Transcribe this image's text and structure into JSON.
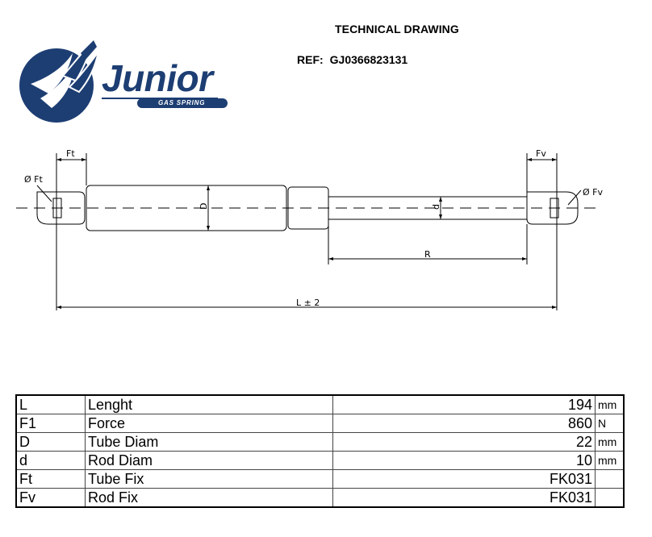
{
  "header": {
    "title": "TECHNICAL DRAWING",
    "ref_label": "REF:",
    "ref_value": "GJ0366823131"
  },
  "logo": {
    "brand": "Junior",
    "tagline": "GAS SPRING",
    "color": "#1d3e73"
  },
  "drawing": {
    "labels": {
      "ft_top": "Ft",
      "fv_top": "Fv",
      "diam_ft": "Ø Ft",
      "diam_fv": "Ø Fv",
      "tube_diam": "D",
      "rod_diam": "d",
      "rod_length": "R",
      "total_length": "L ± 2"
    }
  },
  "specs": [
    {
      "symbol": "L",
      "name": "Lenght",
      "value": "194",
      "unit": "mm"
    },
    {
      "symbol": "F1",
      "name": "Force",
      "value": "860",
      "unit": "N"
    },
    {
      "symbol": "D",
      "name": "Tube Diam",
      "value": "22",
      "unit": "mm"
    },
    {
      "symbol": "d",
      "name": "Rod Diam",
      "value": "10",
      "unit": "mm"
    },
    {
      "symbol": "Ft",
      "name": "Tube Fix",
      "value": "FK031",
      "unit": ""
    },
    {
      "symbol": "Fv",
      "name": "Rod Fix",
      "value": "FK031",
      "unit": ""
    }
  ]
}
